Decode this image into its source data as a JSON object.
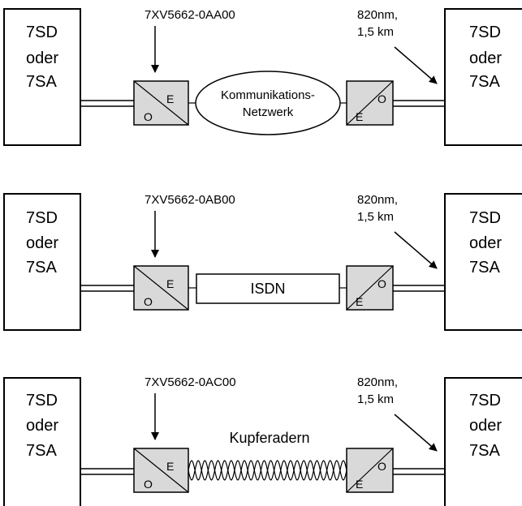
{
  "diagrams": [
    {
      "device_left": [
        "7SD",
        "oder",
        "7SA"
      ],
      "device_right": [
        "7SD",
        "oder",
        "7SA"
      ],
      "converter_part": "7XV5662-0AA00",
      "fiber_spec": [
        "820nm,",
        "1,5 km"
      ],
      "converter_left": {
        "top": "E",
        "bottom": "O"
      },
      "converter_right": {
        "top": "O",
        "bottom": "E"
      },
      "link": {
        "type": "network",
        "lines": [
          "Kommunikations-",
          "Netzwerk"
        ]
      }
    },
    {
      "device_left": [
        "7SD",
        "oder",
        "7SA"
      ],
      "device_right": [
        "7SD",
        "oder",
        "7SA"
      ],
      "converter_part": "7XV5662-0AB00",
      "fiber_spec": [
        "820nm,",
        "1,5 km"
      ],
      "converter_left": {
        "top": "E",
        "bottom": "O"
      },
      "converter_right": {
        "top": "O",
        "bottom": "E"
      },
      "link": {
        "type": "isdn",
        "lines": [
          "ISDN"
        ]
      }
    },
    {
      "device_left": [
        "7SD",
        "oder",
        "7SA"
      ],
      "device_right": [
        "7SD",
        "oder",
        "7SA"
      ],
      "converter_part": "7XV5662-0AC00",
      "fiber_spec": [
        "820nm,",
        "1,5 km"
      ],
      "converter_left": {
        "top": "E",
        "bottom": "O"
      },
      "converter_right": {
        "top": "O",
        "bottom": "E"
      },
      "link": {
        "type": "copper",
        "lines": [
          "Kupferadern"
        ]
      }
    }
  ],
  "colors": {
    "converter_fill": "#d9d9d9",
    "stroke": "#000000",
    "background": "#ffffff"
  }
}
